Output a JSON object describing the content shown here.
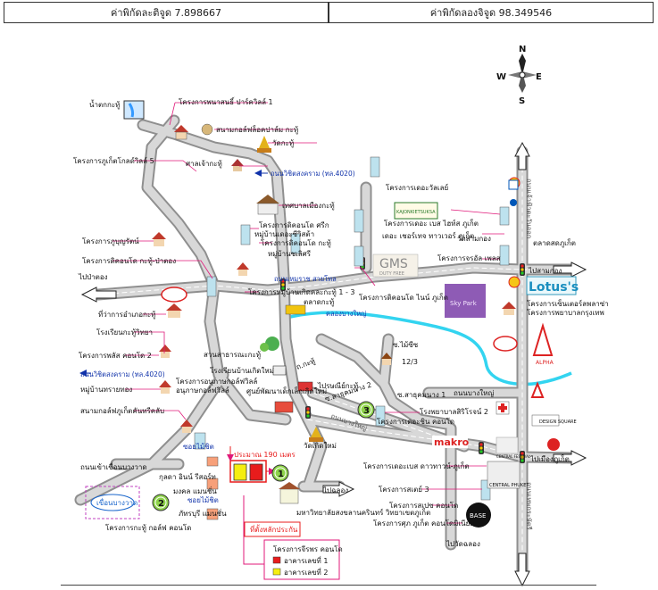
{
  "header": {
    "latitude_label": "ค่าพิกัดละติจูด 7.898667",
    "longitude_label": "ค่าพิกัดลองจิจูด 98.349546"
  },
  "compass": {
    "n": "N",
    "s": "S",
    "e": "E",
    "w": "W"
  },
  "places": {
    "waterfall": "น้ำตกกะทู้",
    "phanason": "โครงการพนาสนธิ์ ปาร์ควิลล์ 1",
    "golf_loch_palm": "สนามกอล์ฟล็อคปาล์ม กะทู้",
    "wat_kathu": "วัดกะทู้",
    "phuket_golf_villa": "โครงการภูเก็ตโกลด์วิลล์ 5",
    "chao_ka_shrine": "ศาลเจ้ากะทู้",
    "wichit_road_upper": "ถนนวิชิตสงคราม (ทล.4020)",
    "kathu_municipality": "เทศบาลเมืองกะทู้",
    "boonyarat": "โครงการภูบุญรัตน์",
    "condo_kathu_pa_tong": "โครงการดิคอนโด กะทู้-ป่าตอง",
    "condo_kathu_sri": "โครงการดิคอนโด ศรีก",
    "village_sea_vista": "หมู่บ้านเดอะซีวิสต้า",
    "condo_kathu": "โครงการดิคอนโด กะทู้",
    "village_chalermsri": "หมู่บ้านชเลิศรี",
    "to_patong": "ไปป่าตอง",
    "satthani_kaeo": "ถนนเหมราช สายโทล",
    "kathu_village_project": "โครงการหมู่บ้านเกิดคละกะทู้ 1 - 3",
    "kathu_market": "ตลาดกะทู้",
    "kathu_district_office": "ที่ว่าการอำเภอกะทู้",
    "kathu_school": "โรงเรียนกะทู้วิทยา",
    "plus_condo": "โครงการพลัส คอนโด 2",
    "wichit_road_lower": "ถนนวิชิตสงคราม (ทล.4020)",
    "canal_big": "คลองบางใหญ่",
    "kajonkiet_project": "โครงการเดอะวัลเลย์",
    "kajonkiet_school": "KAJONKIETSUKSA",
    "the_base_heights": "โครงการเดอะ เบส ไฮท์ส ภูเก็ต",
    "the_shrine_tower": "เดอะ เชอร์เทจ ทาวเวอร์ ภูเก็ต",
    "gms_brand": "GMS",
    "duty_free": "DUTY FREE",
    "condo_nine": "โครงการดิคอนโด ไนน์ ภูเก็ต",
    "skypark": "Sky Park",
    "wat_samkong": "วัดสามกอง",
    "the_sea_place": "โครงการจรอัล เพลส",
    "fresh_market": "ตลาดสดภูเก็ต",
    "to_samkong": "ไปสามกอง",
    "lotus_brand": "Lotus's",
    "centre_plaza": "โครงการเซ็นเตอร์ลพลาซ่า",
    "alpha": "ALPHA",
    "bangkok_hospital": "โครงการพยาบาลกรุงเทพ",
    "public_park": "สวนสาธารณะกะทู้",
    "sai_mai_road": "ซ.ไม้ซีซ",
    "kathu_school_road": "ถ.กะทู้",
    "kathu_school_near": "โรงเรียนบ้านเกิดใหม่",
    "post_office": "ไปรษณีย์กะทู้",
    "park_villa_a": "โครงการอนุภาษกอล์ฟวิลล์",
    "park_villa_b": "อนุภาษกอล์ฟวิลล์",
    "child_center": "ศูนย์พัฒนาเด็กเล็กเกิดใหม่",
    "soi_kaset": "ซ.สาธุคมนาง 2",
    "soi_twelve": "12/3",
    "soi_road_1": "ซ.สาธุคมนาง 1",
    "condo_the_chan": "โครงการเดอะชิน คอนโด",
    "new_bridge": "ถนนบางใหญ่",
    "park_hotel": "โรงพยาบาลสิริโรจน์ 2",
    "design_square": "DESIGN SQUARE",
    "wat_kirisan": "วัดเกิดใหม่",
    "village_sai_thong": "หมู่บ้านทรายทอง",
    "golf_course": "สนามกอล์ฟภูเก็ตคันทรีคลับ",
    "soi_maisit": "ซอยไม้ชิต",
    "to_bangwad": "ถนนเข้าเขื่อนบางวาด",
    "distance": "ประมาณ 190 เมตร",
    "pool_villa": "กุลดา อินน์ รีสอร์ท",
    "mongkol_mansion": "มงคล แมนชั่น",
    "soi_maisit_2": "ซอยไม้ชิต",
    "bangwad_dam": "เขื่อนบางวาด",
    "condo_golf": "โครงการกะทู้ กอล์ฟ คอนโด",
    "kasorn_mansion": "ภัทรบุรี แมนชั่น",
    "makro": "makro",
    "the_base_downtown": "โครงการเดอะเบส ดาวทาวน์-ภูเก็ต",
    "central_festival": "CENTRAL FESTIVAL",
    "to_phuket_town": "ไปเมืองภูเก็ต",
    "to_khlong": "ไปฉลอง",
    "prince_songkla": "มหาวิทยาลัยสงขลานครินทร์ วิทยาเขตภูเก็ต",
    "the_base_3": "โครงการสเตย์ 3",
    "the_spa_condo": "โครงการสเปซ คอนโด",
    "supalai": "โครงการศุภ ภูเก็ต คอนโดมิเนียม",
    "the_base_logo": "BASE",
    "central_phuket": "CENTRAL PHUKET",
    "to_chalong": "ไปวัดฉลอง",
    "project_site": "ที่ตั้งหลักประกัน",
    "highway_label": "ถนนเจ้าฟ้าตะวันออก",
    "highway_label_2": "ถนนเทพกระษัตรี"
  },
  "markers": {
    "m1": "1",
    "m2": "2",
    "m3": "3"
  },
  "legend": {
    "title": "โครงการจีรพร คอนโด",
    "building1": "อาคารเลขที่ 1",
    "building2": "อาคารเลขที่ 2"
  },
  "colors": {
    "road": "#b8b8b8",
    "road_edge": "#9a9a9a",
    "water": "#33d4f0",
    "highlight": "#e0197a",
    "accent_blue": "#1133aa",
    "marker_fill": "#8ed34a",
    "building1": "#e81c1c",
    "building2": "#f5ee10",
    "site_box": "#e81c1c",
    "dam_box": "#c040c0"
  }
}
